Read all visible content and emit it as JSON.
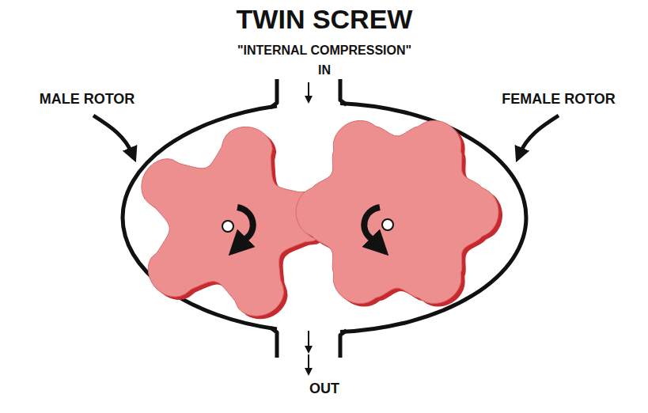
{
  "diagram": {
    "title": "TWIN SCREW",
    "labels": [
      "\"INTERNAL COMPRESSION\"",
      "IN",
      "MALE ROTOR",
      "FEMALE ROTOR",
      "OUT"
    ]
  }
}
